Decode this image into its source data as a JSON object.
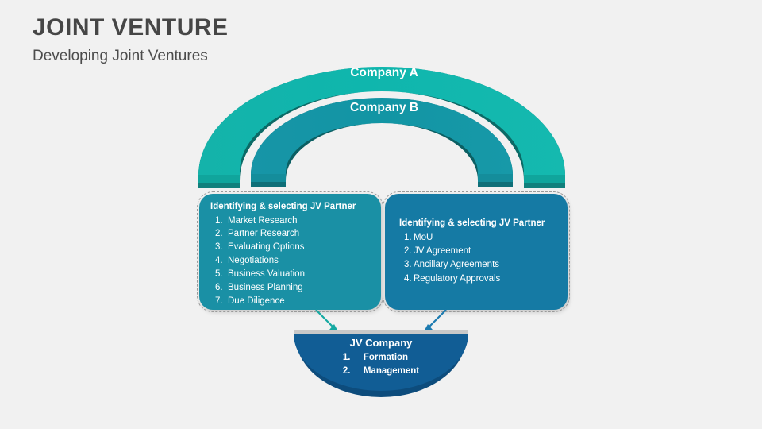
{
  "header": {
    "title": "JOINT VENTURE",
    "subtitle": "Developing Joint Ventures"
  },
  "arcs": {
    "outer": {
      "label": "Company A",
      "color": "#12b5ac",
      "edge_color": "#0b6a66"
    },
    "inner": {
      "label": "Company B",
      "color": "#1695a6",
      "edge_color": "#0b5f63"
    }
  },
  "boxes": {
    "left": {
      "heading": "Identifying & selecting JV Partner",
      "color": "#1a90a5",
      "items": [
        {
          "num": "1.",
          "text": "Market Research"
        },
        {
          "num": "2.",
          "text": "Partner Research"
        },
        {
          "num": "3.",
          "text": "Evaluating Options"
        },
        {
          "num": "4.",
          "text": "Negotiations"
        },
        {
          "num": "5.",
          "text": "Business Valuation"
        },
        {
          "num": "6.",
          "text": "Business Planning"
        },
        {
          "num": "7.",
          "text": "Due Diligence"
        }
      ]
    },
    "right": {
      "heading": "Identifying & selecting JV Partner",
      "color": "#157aa4",
      "items": [
        {
          "num": "1.",
          "text": "MoU"
        },
        {
          "num": "2.",
          "text": "JV Agreement"
        },
        {
          "num": "3.",
          "text": "Ancillary Agreements"
        },
        {
          "num": "4.",
          "text": "Regulatory Approvals"
        }
      ]
    }
  },
  "arrows": {
    "left_color": "#16a9a2",
    "right_color": "#1d7bb0"
  },
  "dome": {
    "title": "JV Company",
    "color": "#115d95",
    "shadow_color": "#0d4c7c",
    "items": [
      {
        "num": "1.",
        "text": "Formation"
      },
      {
        "num": "2.",
        "text": "Management"
      }
    ]
  },
  "canvas": {
    "background": "#f1f1f1"
  }
}
